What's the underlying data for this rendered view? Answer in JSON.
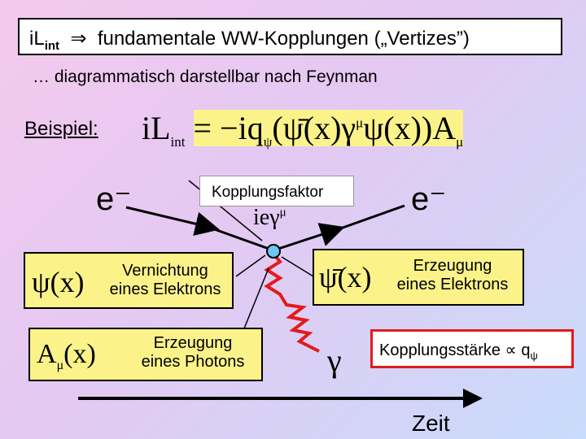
{
  "header": {
    "prefix": "iL",
    "prefix_sub": "int",
    "arrow": "⇒",
    "text": "fundamentale WW-Kopplungen („Vertizes”)"
  },
  "subtitle": "… diagrammatisch darstellbar nach Feynman",
  "example_label": "Beispiel:",
  "equation": {
    "lhs": "iL",
    "lhs_sub": "int",
    "rhs_prefix": "= −iq",
    "rhs_prefix_sub": "ψ",
    "current": "(ψ̄(x)γ",
    "current_sup": "μ",
    "current_rest": "ψ(x))",
    "field": "A",
    "field_sub": "μ"
  },
  "diagram": {
    "electron_in": "e⁻",
    "electron_out": "e⁻",
    "photon_symbol": "γ",
    "vertex_factor": "ieγ",
    "vertex_factor_sup": "μ",
    "coupling_factor_label": "Kopplungsfaktor",
    "time_label": "Zeit",
    "colors": {
      "vertex": "#6cc6ee",
      "photon": "#e21b1b",
      "box": "#fbf38a",
      "accent_border": "#e21b1b"
    }
  },
  "annotations": {
    "annihilation": {
      "field": "ψ(x)",
      "label_line1": "Vernichtung",
      "label_line2": "eines Elektrons"
    },
    "creation_electron": {
      "field": "ψ̄(x)",
      "label_line1": "Erzeugung",
      "label_line2": "eines Elektrons"
    },
    "creation_photon": {
      "field": "A",
      "field_sub": "μ",
      "field_rest": "(x)",
      "label_line1": "Erzeugung",
      "label_line2": "eines Photons"
    },
    "coupling_strength": {
      "text": "Kopplungsstärke ∝ q",
      "sub": "ψ"
    }
  }
}
